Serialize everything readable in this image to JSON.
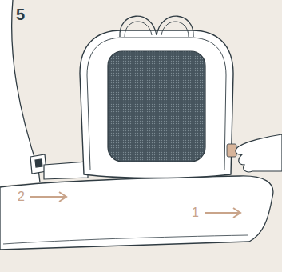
{
  "diagram": {
    "labels": [
      "5",
      "2",
      "1"
    ]
  }
}
